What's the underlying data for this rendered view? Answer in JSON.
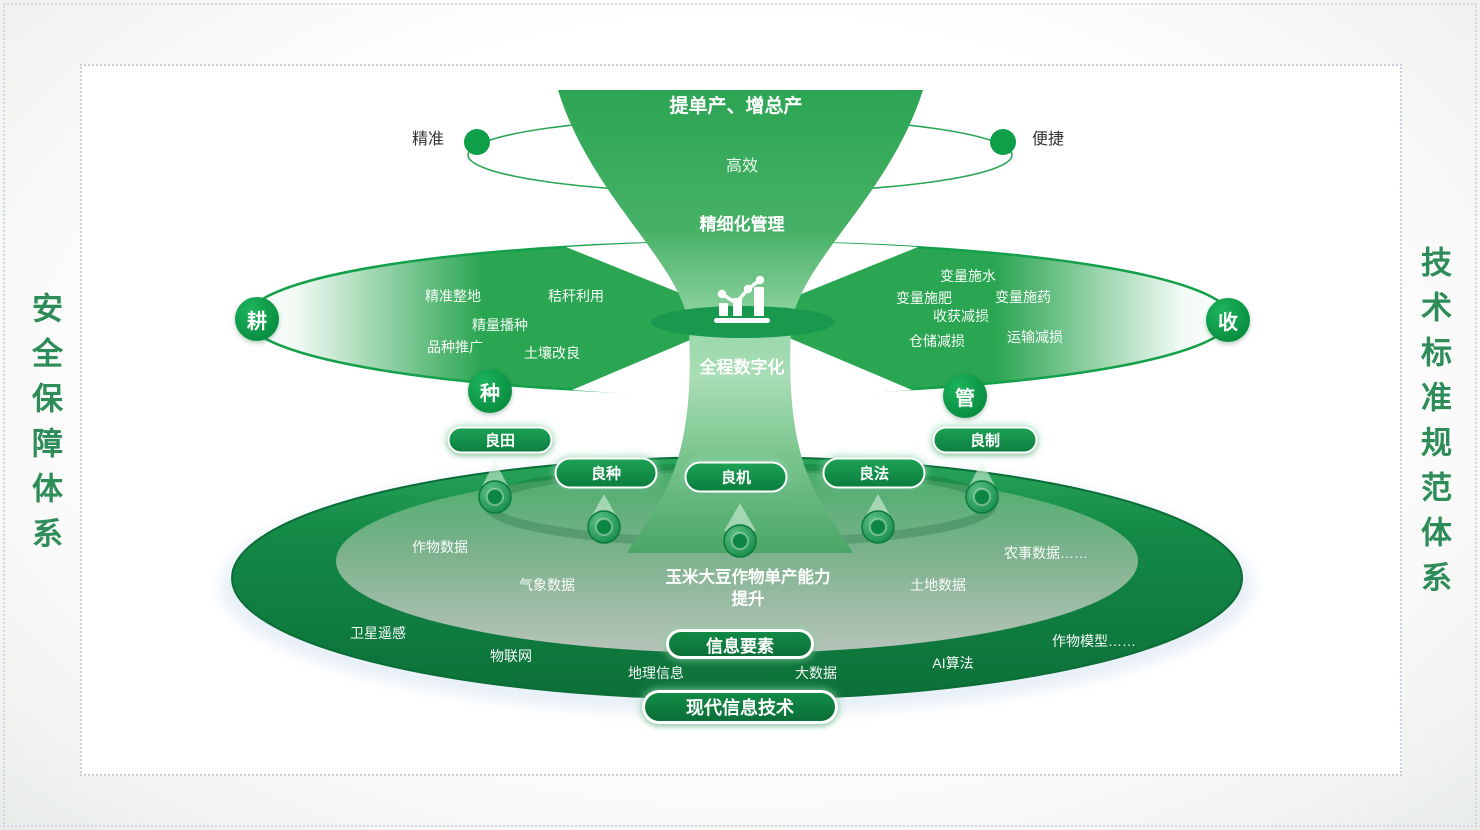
{
  "diagram": {
    "side_left": "安全保障体系",
    "side_right": "技术标准规范体系",
    "top": {
      "banner": "提单产、增总产",
      "left_node": "精准",
      "right_node": "便捷",
      "funnel_mid": "高效",
      "funnel_lower": "精细化管理"
    },
    "ring": {
      "node_till": "耕",
      "node_sow": "种",
      "node_manage": "管",
      "node_harvest": "收",
      "left_items": [
        "精准整地",
        "秸秆利用",
        "精量播种",
        "品种推广",
        "土壤改良"
      ],
      "right_items": [
        "变量施水",
        "变量施肥",
        "变量施药",
        "收获减损",
        "仓储减损",
        "运输减损"
      ],
      "center_icon": "growth-chart-icon",
      "center_label": "全程数字化"
    },
    "pills": [
      "良田",
      "良种",
      "良机",
      "良法",
      "良制"
    ],
    "base": {
      "inner_labels": [
        "作物数据",
        "气象数据",
        "土地数据",
        "农事数据……"
      ],
      "title_line1": "玉米大豆作物单产能力",
      "title_line2": "提升",
      "info_pill": "信息要素",
      "outer_labels": [
        "卫星遥感",
        "物联网",
        "地理信息",
        "大数据",
        "AI算法",
        "作物模型……"
      ],
      "tech_pill": "现代信息技术"
    },
    "colors": {
      "primary_green": "#22a24f",
      "funnel_light": "#a9ddb5",
      "dark_pill_green": "#0c7f3f",
      "base_dark_green": "#0c7038",
      "side_title_green": "#2d8c58"
    }
  }
}
